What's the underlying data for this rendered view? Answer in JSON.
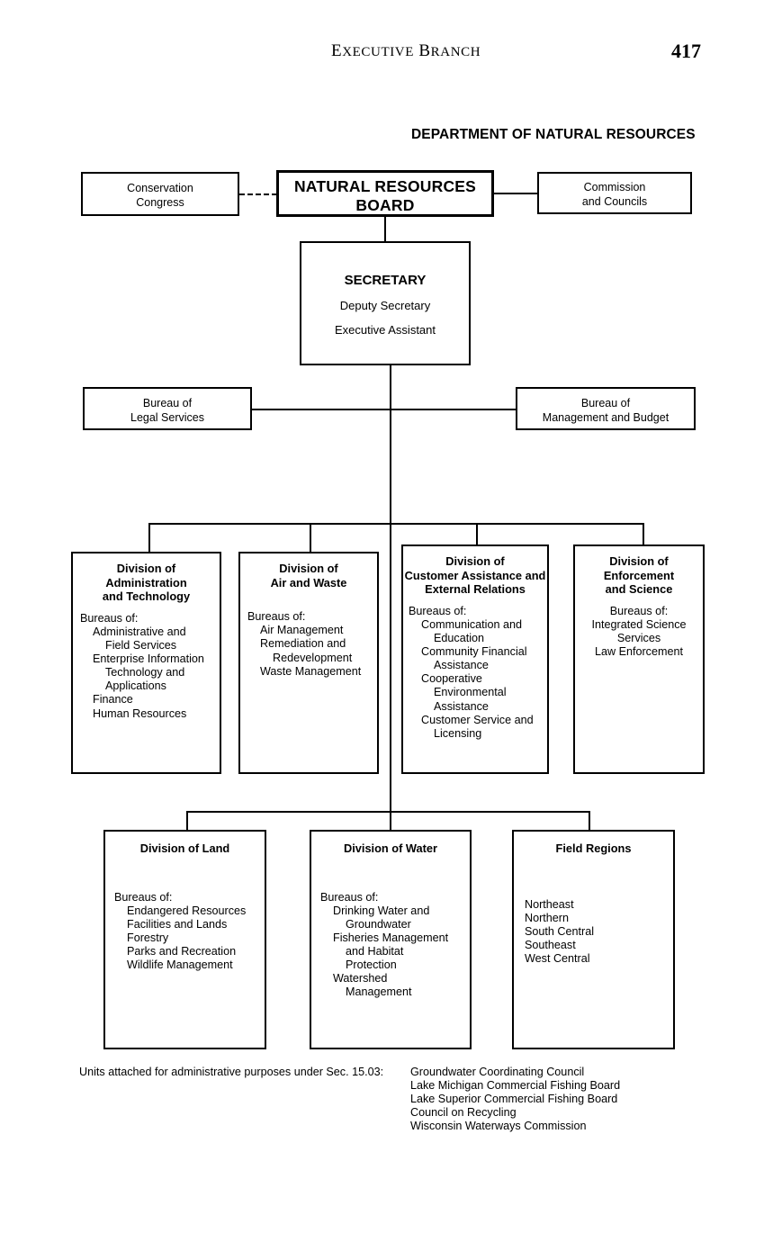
{
  "page": {
    "running_head": "EXECUTIVE BRANCH",
    "running_head_first": "E",
    "running_head_rest": "XECUTIVE",
    "running_head_second_first": "B",
    "running_head_second_rest": "RANCH",
    "folio": "417"
  },
  "chart": {
    "title": "DEPARTMENT OF NATURAL RESOURCES",
    "board": {
      "title": "NATURAL RESOURCES BOARD"
    },
    "conservation_congress": {
      "line1": "Conservation",
      "line2": "Congress"
    },
    "commission_councils": {
      "line1": "Commission",
      "line2": "and Councils"
    },
    "secretary": {
      "title": "SECRETARY",
      "sub1": "Deputy Secretary",
      "sub2": "Executive Assistant"
    },
    "legal_services": {
      "line1": "Bureau of",
      "line2": "Legal Services"
    },
    "management_budget": {
      "line1": "Bureau of",
      "line2": "Management and Budget"
    },
    "divisions_row1": [
      {
        "title": "Division of\nAdministration\nand Technology",
        "title_lines": [
          "Division of",
          "Administration",
          "and Technology"
        ],
        "list_label": "Bureaus of:",
        "list_centered": false,
        "items": [
          {
            "main": "Administrative and",
            "cont": [
              "Field Services"
            ]
          },
          {
            "main": "Enterprise Information",
            "cont": [
              "Technology and",
              "Applications"
            ]
          },
          {
            "main": "Finance",
            "cont": []
          },
          {
            "main": "Human Resources",
            "cont": []
          }
        ]
      },
      {
        "title_lines": [
          "Division of",
          "Air and Waste"
        ],
        "list_label": "Bureaus of:",
        "list_centered": false,
        "items": [
          {
            "main": "Air Management",
            "cont": []
          },
          {
            "main": "Remediation and",
            "cont": [
              "Redevelopment"
            ]
          },
          {
            "main": "Waste Management",
            "cont": []
          }
        ]
      },
      {
        "title_lines": [
          "Division of",
          "Customer Assistance and",
          "External Relations"
        ],
        "list_label": "Bureaus of:",
        "list_centered": false,
        "items": [
          {
            "main": "Communication and",
            "cont": [
              "Education"
            ]
          },
          {
            "main": "Community Financial",
            "cont": [
              "Assistance"
            ]
          },
          {
            "main": "Cooperative",
            "cont": [
              "Environmental",
              "Assistance"
            ]
          },
          {
            "main": "Customer Service and",
            "cont": [
              "Licensing"
            ]
          }
        ]
      },
      {
        "title_lines": [
          "Division of",
          "Enforcement",
          "and Science"
        ],
        "list_label": "Bureaus of:",
        "list_centered": true,
        "items": [
          {
            "main": "Integrated Science",
            "cont": [
              "Services"
            ]
          },
          {
            "main": "Law Enforcement",
            "cont": []
          }
        ]
      }
    ],
    "divisions_row2": [
      {
        "title_lines": [
          "Division of Land"
        ],
        "list_label": "Bureaus of:",
        "list_centered": false,
        "items": [
          {
            "main": "Endangered Resources",
            "cont": []
          },
          {
            "main": "Facilities and Lands",
            "cont": []
          },
          {
            "main": "Forestry",
            "cont": []
          },
          {
            "main": "Parks and Recreation",
            "cont": []
          },
          {
            "main": "Wildlife Management",
            "cont": []
          }
        ]
      },
      {
        "title_lines": [
          "Division of Water"
        ],
        "list_label": "Bureaus of:",
        "list_centered": false,
        "items": [
          {
            "main": "Drinking Water and",
            "cont": [
              "Groundwater"
            ]
          },
          {
            "main": "Fisheries Management",
            "cont": [
              "and Habitat",
              "Protection"
            ]
          },
          {
            "main": "Watershed",
            "cont": [
              "Management"
            ]
          }
        ]
      },
      {
        "title_lines": [
          "Field Regions"
        ],
        "list_label": "",
        "list_centered": false,
        "list_flat": true,
        "items": [
          {
            "main": "Northeast",
            "cont": []
          },
          {
            "main": "Northern",
            "cont": []
          },
          {
            "main": "South Central",
            "cont": []
          },
          {
            "main": "Southeast",
            "cont": []
          },
          {
            "main": "West Central",
            "cont": []
          }
        ]
      }
    ],
    "footnote": {
      "label": "Units attached for administrative purposes under Sec. 15.03:",
      "units": [
        "Groundwater Coordinating Council",
        "Lake Michigan Commercial Fishing Board",
        "Lake Superior Commercial Fishing Board",
        "Council on Recycling",
        "Wisconsin Waterways Commission"
      ]
    }
  }
}
